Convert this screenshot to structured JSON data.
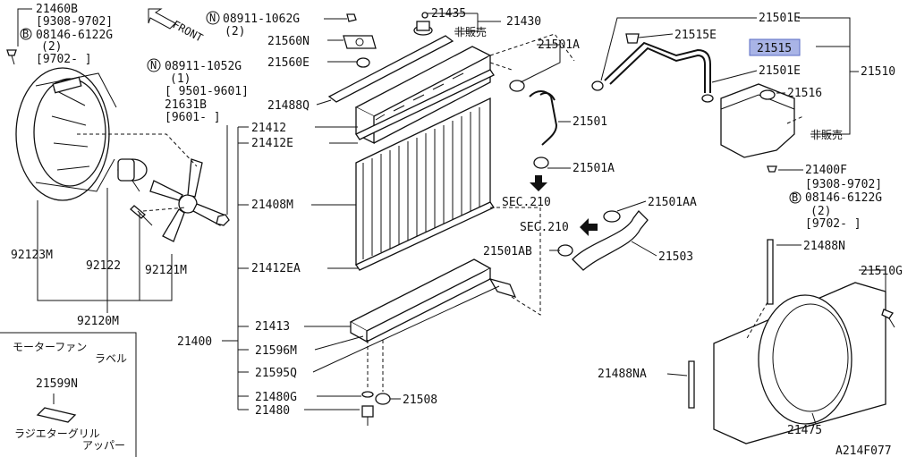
{
  "diagram_code": "A214F077",
  "front_label": "FRONT",
  "sec_label_1": "SEC.210",
  "sec_label_2": "SEC.210",
  "labels": {
    "p21460B": "21460B",
    "p9308_9702_a": "[9308-9702]",
    "b_circle_a": "B",
    "p08146_6122G_a": "08146-6122G",
    "qty2_a": "(2)",
    "p9702_a": "[9702-     ]",
    "n_circle_a": "N",
    "p08911_1062G": "08911-1062G",
    "qty2_b": "(2)",
    "p21560N": "21560N",
    "p21560E": "21560E",
    "n_circle_b": "N",
    "p08911_1052G": "08911-1052G",
    "qty1": "(1)",
    "p9501_9601": "[ 9501-9601]",
    "p21631B": "21631B",
    "p9601": "[9601-    ]",
    "p21488Q": "21488Q",
    "p21435": "21435",
    "p21430": "21430",
    "not_sold_a": "非販売",
    "p21501A_top": "21501A",
    "p21501": "21501",
    "p21501A_mid": "21501A",
    "p21501E_top": "21501E",
    "p21515E": "21515E",
    "p21515": "21515",
    "p21501E_mid": "21501E",
    "p21510": "21510",
    "p21516": "21516",
    "not_sold_b": "非販売",
    "p21400F": "21400F",
    "p9308_9702_b": "[9308-9702]",
    "b_circle_b": "B",
    "p08146_6122G_b": "08146-6122G",
    "qty2_c": "(2)",
    "p9702_b": "[9702-     ]",
    "p21412": "21412",
    "p21412E": "21412E",
    "p21408M": "21408M",
    "p21412EA": "21412EA",
    "p21400": "21400",
    "p21413": "21413",
    "p21596M": "21596M",
    "p21595Q": "21595Q",
    "p21480G": "21480G",
    "p21508": "21508",
    "p21480": "21480",
    "p21501AA": "21501AA",
    "p21501AB": "21501AB",
    "p21503": "21503",
    "p21488N": "21488N",
    "p21510G": "21510G",
    "p21488NA": "21488NA",
    "p21475": "21475",
    "p92123M": "92123M",
    "p92122": "92122",
    "p92121M": "92121M",
    "p92120M": "92120M",
    "motor_fan_label_1": "モーターファン",
    "motor_fan_label_2": "ラベル",
    "p21599N": "21599N",
    "grille_label_1": "ラジエターグリル",
    "grille_label_2": "アッパー"
  }
}
